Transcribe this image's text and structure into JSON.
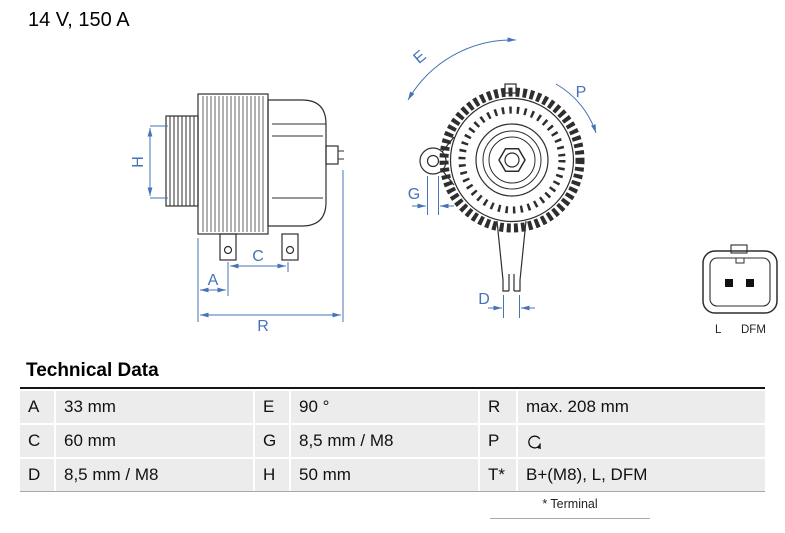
{
  "header": {
    "spec": "14 V, 150 A"
  },
  "drawing": {
    "dims": {
      "H": "H",
      "A": "A",
      "C": "C",
      "R": "R",
      "E": "E",
      "G": "G",
      "P": "P",
      "D": "D"
    },
    "connector": {
      "pin_left": "L",
      "pin_right": "DFM"
    },
    "accent_color": "#4673b8",
    "line_color": "#2e2e2e"
  },
  "table": {
    "title": "Technical Data",
    "rows": [
      [
        {
          "key": "A",
          "value": "33 mm"
        },
        {
          "key": "E",
          "value": "90 °"
        },
        {
          "key": "R",
          "value": "max. 208 mm"
        }
      ],
      [
        {
          "key": "C",
          "value": "60 mm"
        },
        {
          "key": "G",
          "value": "8,5 mm / M8"
        },
        {
          "key": "P",
          "value": ""
        }
      ],
      [
        {
          "key": "D",
          "value": "8,5 mm / M8"
        },
        {
          "key": "H",
          "value": "50 mm"
        },
        {
          "key": "T*",
          "value": "B+(M8), L, DFM"
        }
      ]
    ],
    "rotation_icon": "ccw-rotation",
    "footnote": "* Terminal",
    "row_bg": "#ececec"
  }
}
